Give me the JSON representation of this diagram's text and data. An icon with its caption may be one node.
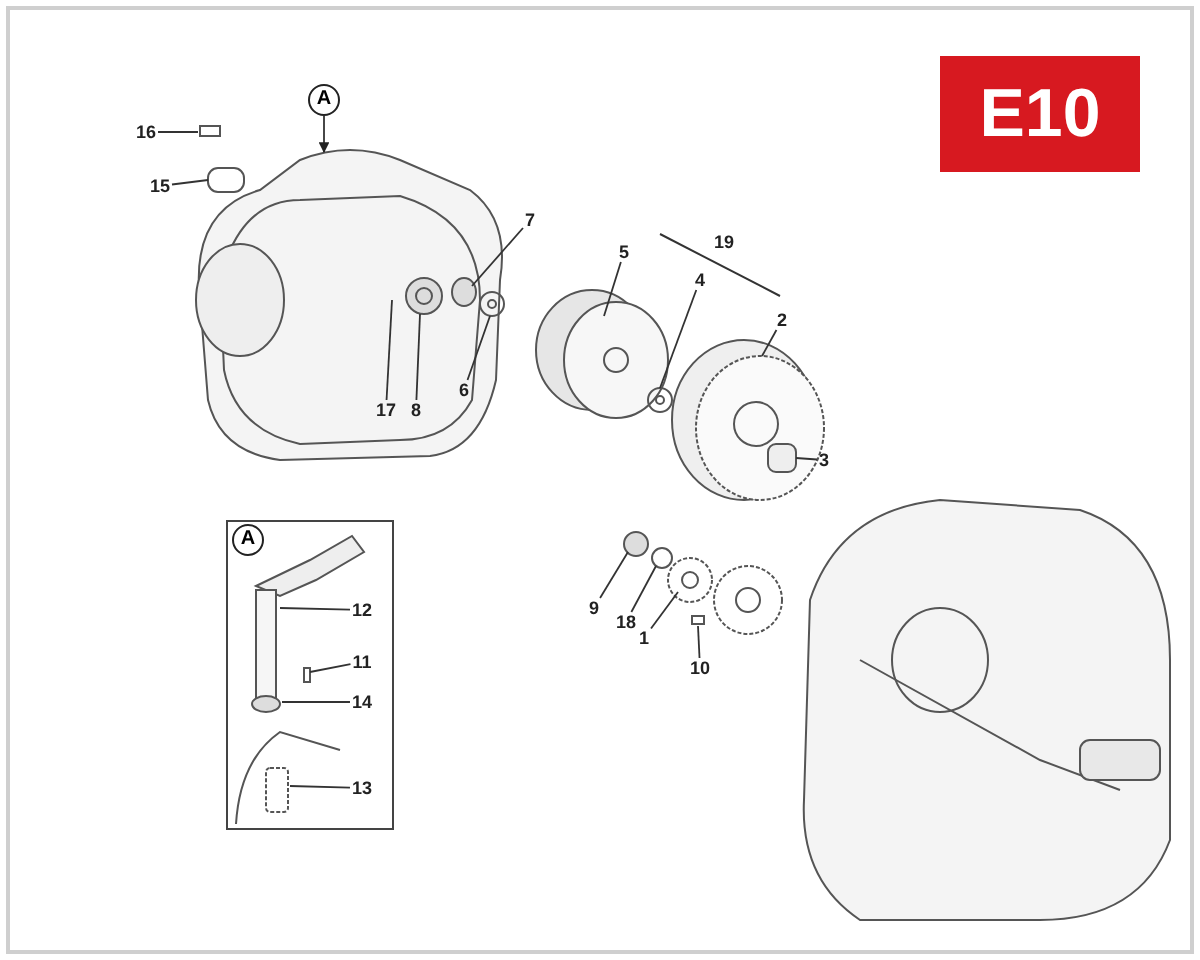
{
  "diagram": {
    "nodes": [
      {
        "text": [
          "A"
        ]
      },
      {
        "text": [
          "16"
        ]
      },
      {
        "text": [
          "15"
        ]
      },
      {
        "text": [
          "7"
        ]
      },
      {
        "text": [
          "5"
        ]
      },
      {
        "text": [
          "4"
        ]
      },
      {
        "text": [
          "2"
        ]
      },
      {
        "text": [
          "17"
        ]
      },
      {
        "text": [
          "8"
        ]
      },
      {
        "text": [
          "6"
        ]
      },
      {
        "text": [
          "3"
        ]
      },
      {
        "text": [],
        "shape": "box"
      },
      {
        "text": [
          "A"
        ],
        "in": 11
      },
      {
        "text": [
          "12"
        ],
        "in": 11
      },
      {
        "text": [
          "11"
        ],
        "in": 11
      },
      {
        "text": [
          "14"
        ],
        "in": 11
      },
      {
        "text": [
          "13"
        ],
        "in": 11
      },
      {
        "text": [
          "9"
        ]
      },
      {
        "text": [
          "18"
        ]
      },
      {
        "text": [
          "1"
        ]
      },
      {
        "text": [
          "10"
        ]
      }
    ],
    "edges": [
      {
        "from": 0,
        "to": null,
        "arrow": "to"
      },
      {
        "from": 1,
        "to": null,
        "arrow": "none"
      },
      {
        "from": 2,
        "to": null,
        "arrow": "none"
      },
      {
        "from": 3,
        "to": null,
        "arrow": "none"
      },
      {
        "from": 4,
        "to": null,
        "arrow": "none"
      },
      {
        "from": 5,
        "to": null,
        "arrow": "none"
      },
      {
        "from": 6,
        "to": null,
        "arrow": "none"
      },
      {
        "from": 7,
        "to": null,
        "arrow": "none"
      },
      {
        "from": 8,
        "to": null,
        "arrow": "none"
      },
      {
        "from": 9,
        "to": null,
        "arrow": "none"
      },
      {
        "from": 10,
        "to": null,
        "arrow": "none"
      },
      {
        "from": 13,
        "to": null,
        "arrow": "none"
      },
      {
        "from": 14,
        "to": null,
        "arrow": "none"
      },
      {
        "from": 15,
        "to": null,
        "arrow": "none"
      },
      {
        "from": 16,
        "to": null,
        "arrow": "none"
      },
      {
        "from": 17,
        "to": null,
        "arrow": "none"
      },
      {
        "from": 18,
        "to": null,
        "arrow": "none"
      },
      {
        "from": 19,
        "to": null,
        "arrow": "none"
      },
      {
        "from": 20,
        "to": null,
        "arrow": "none"
      }
    ],
    "labels": [
      "E10",
      "19"
    ]
  }
}
